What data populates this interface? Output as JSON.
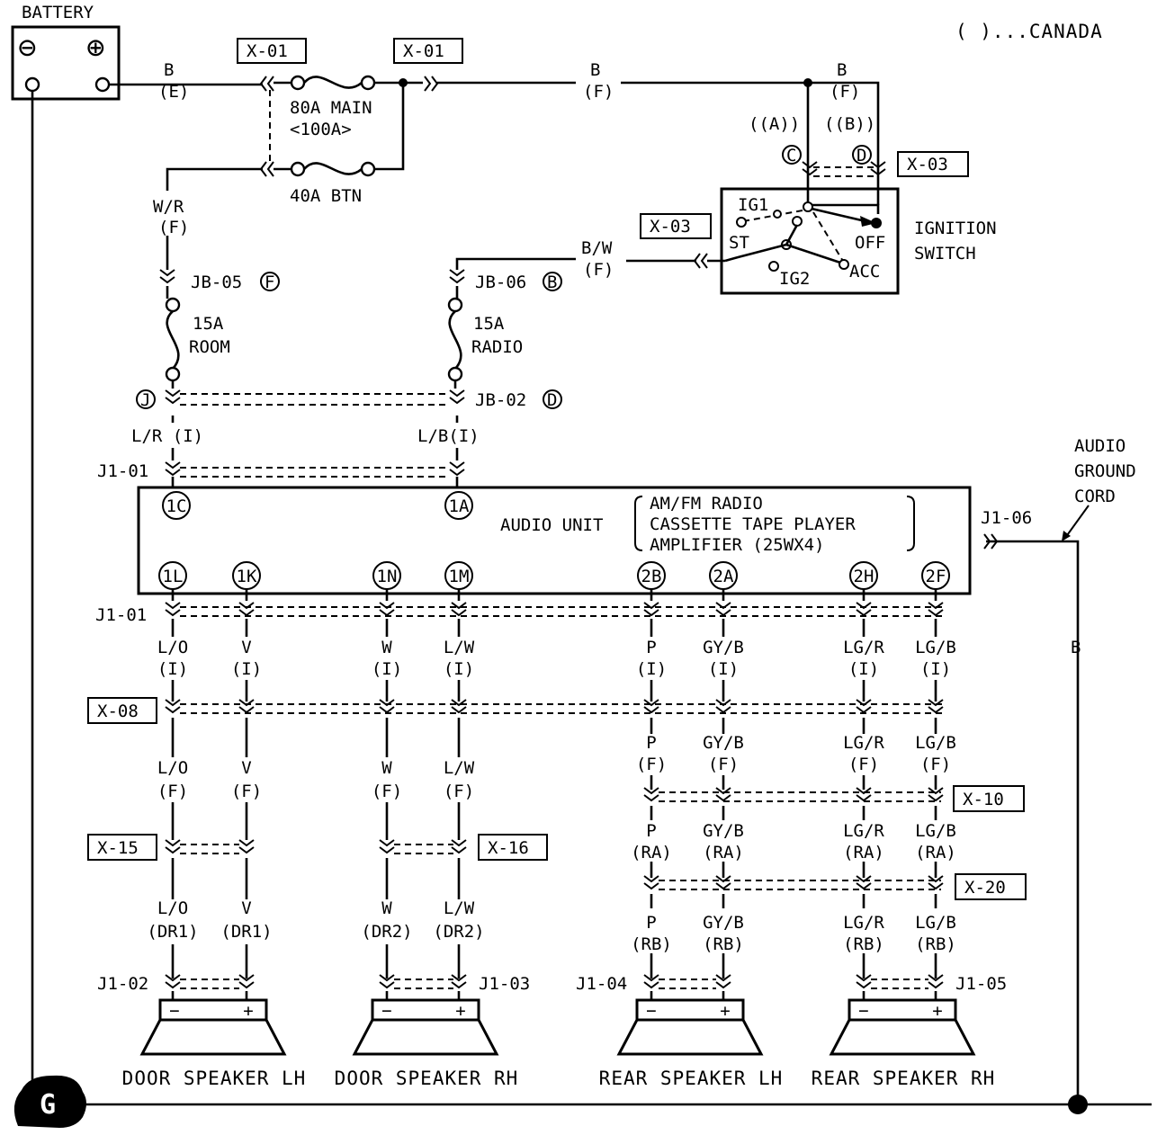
{
  "legend": {
    "canada": "( )...CANADA"
  },
  "battery": {
    "title": "BATTERY",
    "minus": "⊖",
    "plus": "⊕"
  },
  "connectors": {
    "x01a": "X-01",
    "x01b": "X-01",
    "x03a": "X-03",
    "x03b": "X-03",
    "x08": "X-08",
    "x10": "X-10",
    "x15": "X-15",
    "x16": "X-16",
    "x20": "X-20"
  },
  "fuses": {
    "main_a": "80A MAIN",
    "main_b": "<100A>",
    "btn": "40A BTN",
    "room_a": "15A",
    "room_b": "ROOM",
    "radio_a": "15A",
    "radio_b": "RADIO"
  },
  "junctions": {
    "jb05": "JB-05",
    "jb05_letter": "F",
    "jb06": "JB-06",
    "jb06_letter": "B",
    "jb02": "JB-02",
    "jb02_letter": "D",
    "j_letter": "J",
    "j1_01a": "J1-01",
    "j1_01b": "J1-01",
    "j1_06": "J1-06",
    "j1_02": "J1-02",
    "j1_03": "J1-03",
    "j1_04": "J1-04",
    "j1_05": "J1-05"
  },
  "wires": {
    "be_a": "B",
    "be_b": "(E)",
    "bf1_a": "B",
    "bf1_b": "(F)",
    "bf2_a": "B",
    "bf2_b": "(F)",
    "wr_a": "W/R",
    "wr_b": "(F)",
    "bw_a": "B/W",
    "bw_b": "(F)",
    "lr": "L/R (I)",
    "lb": "L/B(I)",
    "ground": "B"
  },
  "ignition": {
    "title_a": "IGNITION",
    "title_b": "SWITCH",
    "ig1": "IG1",
    "ig2": "IG2",
    "st": "ST",
    "off": "OFF",
    "acc": "ACC",
    "variant_a": "((A))",
    "variant_b": "((B))",
    "pin_c": "C",
    "pin_d": "D"
  },
  "audio_unit": {
    "name": "AUDIO UNIT",
    "features": [
      "AM/FM RADIO",
      "CASSETTE TAPE PLAYER",
      "AMPLIFIER (25WX4)"
    ],
    "top_terms": [
      "1C",
      "1A"
    ],
    "bottom_terms": [
      "1L",
      "1K",
      "1N",
      "1M",
      "2B",
      "2A",
      "2H",
      "2F"
    ]
  },
  "ground_cord": {
    "lines": [
      "AUDIO",
      "GROUND",
      "CORD"
    ],
    "symbol": "G"
  },
  "speaker_wires": [
    {
      "c1": "L/O",
      "c2": "(I)",
      "c3": "L/O",
      "c4": "(F)",
      "c7": "L/O",
      "c8": "(DR1)"
    },
    {
      "c1": "V",
      "c2": "(I)",
      "c3": "V",
      "c4": "(F)",
      "c7": "V",
      "c8": "(DR1)"
    },
    {
      "c1": "W",
      "c2": "(I)",
      "c3": "W",
      "c4": "(F)",
      "c7": "W",
      "c8": "(DR2)"
    },
    {
      "c1": "L/W",
      "c2": "(I)",
      "c3": "L/W",
      "c4": "(F)",
      "c7": "L/W",
      "c8": "(DR2)"
    },
    {
      "c1": "P",
      "c2": "(I)",
      "c3": "P",
      "c4": "(F)",
      "c5": "P",
      "c6": "(RA)",
      "c7": "P",
      "c8": "(RB)"
    },
    {
      "c1": "GY/B",
      "c2": "(I)",
      "c3": "GY/B",
      "c4": "(F)",
      "c5": "GY/B",
      "c6": "(RA)",
      "c7": "GY/B",
      "c8": "(RB)"
    },
    {
      "c1": "LG/R",
      "c2": "(I)",
      "c3": "LG/R",
      "c4": "(F)",
      "c5": "LG/R",
      "c6": "(RA)",
      "c7": "LG/R",
      "c8": "(RB)"
    },
    {
      "c1": "LG/B",
      "c2": "(I)",
      "c3": "LG/B",
      "c4": "(F)",
      "c5": "LG/B",
      "c6": "(RA)",
      "c7": "LG/B",
      "c8": "(RB)"
    }
  ],
  "speakers": [
    {
      "name": "DOOR SPEAKER LH",
      "minus": "−",
      "plus": "+"
    },
    {
      "name": "DOOR SPEAKER RH",
      "minus": "−",
      "plus": "+"
    },
    {
      "name": "REAR SPEAKER LH",
      "minus": "−",
      "plus": "+"
    },
    {
      "name": "REAR SPEAKER RH",
      "minus": "−",
      "plus": "+"
    }
  ]
}
